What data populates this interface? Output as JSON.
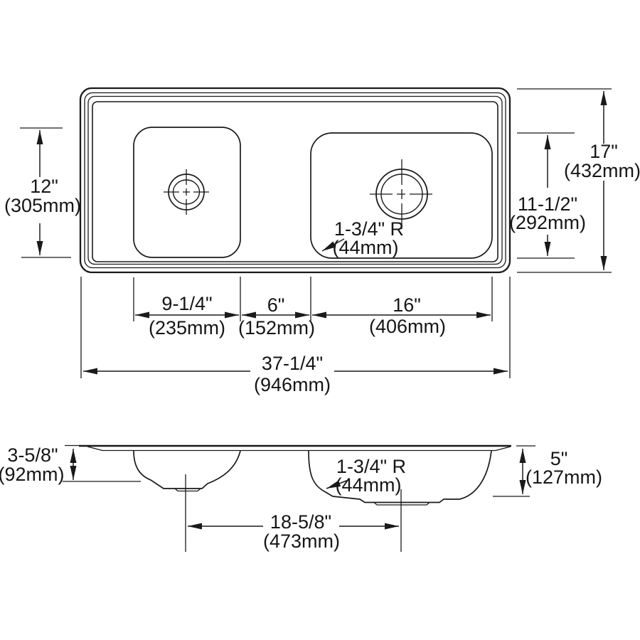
{
  "drawing": {
    "type": "sink technical drawing, plan and section views",
    "line_color": "#1a1a1a",
    "background": "#ffffff"
  },
  "top_view": {
    "dim_left_bowl_front_back": {
      "inch": "12\"",
      "mm": "(305mm)"
    },
    "dim_overall_front_back": {
      "inch": "17\"",
      "mm": "(432mm)"
    },
    "dim_right_bowl_front_back": {
      "inch": "11-1/2\"",
      "mm": "(292mm)"
    },
    "dim_corner_radius": {
      "inch": "1-3/4\" R",
      "mm": "(44mm)"
    },
    "dim_left_bowl_width": {
      "inch": "9-1/4\"",
      "mm": "(235mm)"
    },
    "dim_center_spacing": {
      "inch": "6\"",
      "mm": "(152mm)"
    },
    "dim_right_bowl_width": {
      "inch": "16\"",
      "mm": "(406mm)"
    },
    "dim_overall_width": {
      "inch": "37-1/4\"",
      "mm": "(946mm)"
    }
  },
  "section_view": {
    "dim_left_bowl_depth": {
      "inch": "3-5/8\"",
      "mm": "(92mm)"
    },
    "dim_corner_radius": {
      "inch": "1-3/4\" R",
      "mm": "(44mm)"
    },
    "dim_drain_centers": {
      "inch": "18-5/8\"",
      "mm": "(473mm)"
    },
    "dim_right_bowl_depth": {
      "inch": "5\"",
      "mm": "(127mm)"
    }
  }
}
